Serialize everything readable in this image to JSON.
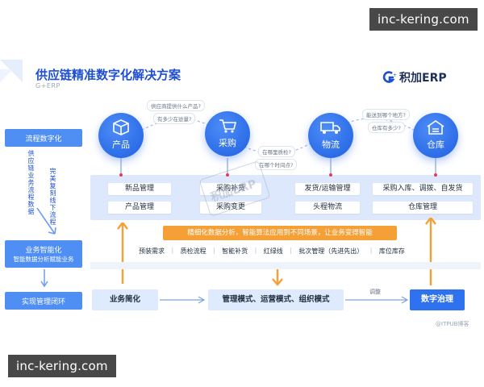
{
  "watermark": {
    "top": "inc-kering.com",
    "bottom": "inc-kering.com"
  },
  "header": {
    "title": "供应链精准数字化解决方案",
    "subtitle": "G+ERP",
    "logo_text": "积加ERP"
  },
  "left_column": {
    "box_process": "流程数字化",
    "vertical_left": "供应链业务流程数据",
    "vertical_right": "完美复刻线下流程",
    "box_intel_title": "业务智能化",
    "box_intel_sub": "智能数据分析赋能业务",
    "box_loop": "实现管理闭环"
  },
  "modules": [
    {
      "label": "产品",
      "icon": "box-icon"
    },
    {
      "label": "采购",
      "icon": "cart-icon"
    },
    {
      "label": "物流",
      "icon": "truck-icon"
    },
    {
      "label": "仓库",
      "icon": "warehouse-icon"
    }
  ],
  "questions": {
    "q1": "供应商提供什么产品?",
    "q2": "有多少在途量?",
    "q3": "在哪里质检?",
    "q4": "在哪个时间点?",
    "q5": "能送到哪个地方?",
    "q6": "仓库有多少?"
  },
  "features": {
    "product": [
      "新品管理",
      "产品管理"
    ],
    "purchase": [
      "采购补货",
      "采购变更"
    ],
    "logistics": [
      "发货/运输管理",
      "头程物流"
    ],
    "warehouse": [
      "采购入库、调拨、自发货",
      "仓库管理"
    ]
  },
  "faint_watermark": "积加ERP",
  "banner": "精细化数据分析，智能算法应用到不同场景，让业务变得智能",
  "tools": [
    "预装需求",
    "质检流程",
    "智能补货",
    "红绿线",
    "批次管理（先进先出）",
    "库位库存"
  ],
  "bottom": {
    "simplify": "业务简化",
    "modes": "管理模式、运营模式、组织模式",
    "adjust": "调整",
    "governance": "数字治理"
  },
  "credit": "@ITPUB博客",
  "colors": {
    "primary": "#2e72ef",
    "accent": "#f4a037",
    "title": "#1e4fd1"
  }
}
